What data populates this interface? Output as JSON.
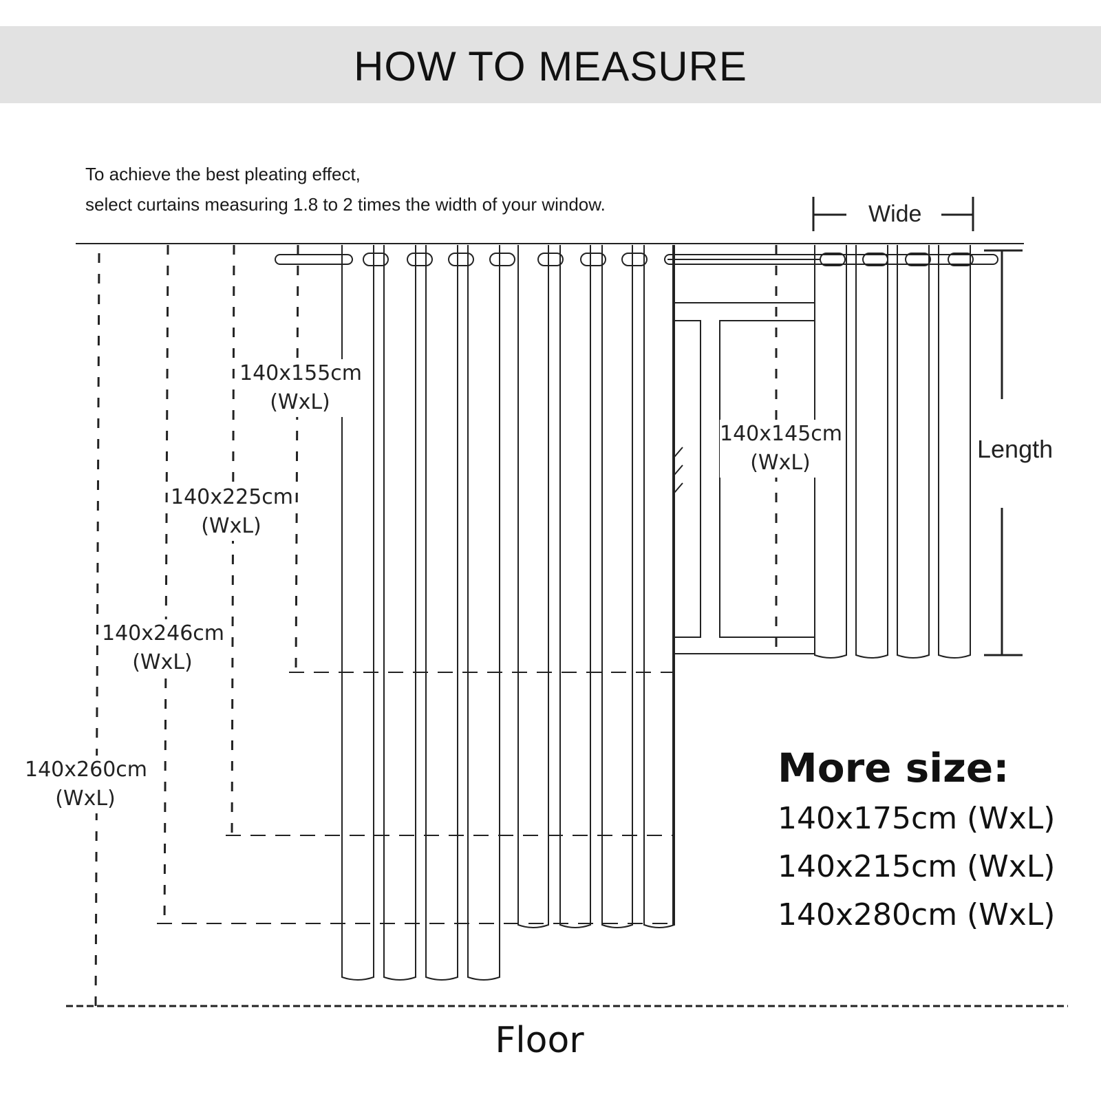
{
  "header": {
    "title": "HOW TO MEASURE"
  },
  "tip": {
    "line1": "To achieve the best pleating effect,",
    "line2": "select curtains measuring 1.8 to 2 times the width of your window."
  },
  "dimension_labels": {
    "wide": "Wide",
    "length": "Length"
  },
  "sizes": [
    {
      "size": "140x155cm",
      "unit": "(WxL)"
    },
    {
      "size": "140x145cm",
      "unit": "(WxL)"
    },
    {
      "size": "140x225cm",
      "unit": "(WxL)"
    },
    {
      "size": "140x246cm",
      "unit": "(WxL)"
    },
    {
      "size": "140x260cm",
      "unit": "(WxL)"
    }
  ],
  "more_sizes": {
    "title": "More size:",
    "items": [
      "140x175cm (WxL)",
      "140x215cm (WxL)",
      "140x280cm (WxL)"
    ]
  },
  "floor": {
    "label": "Floor"
  }
}
